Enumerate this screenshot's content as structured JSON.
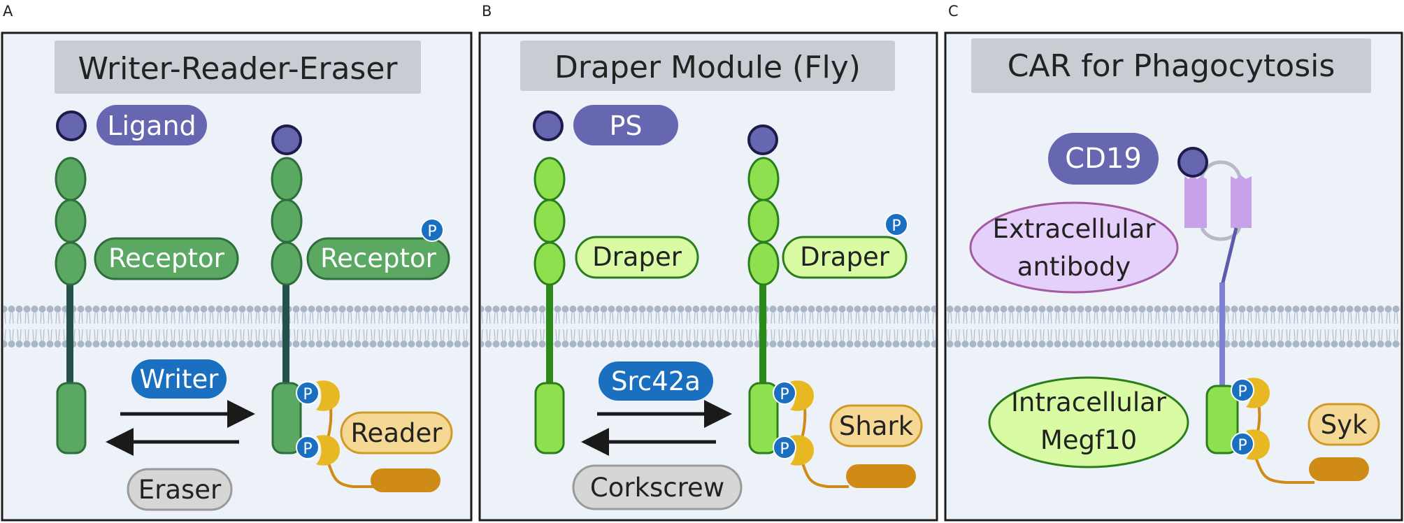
{
  "panels": [
    {
      "letter": "A",
      "title": "Writer-Reader-Eraser",
      "ligand": "Ligand",
      "receptor_left": "Receptor",
      "receptor_right": "Receptor",
      "writer": "Writer",
      "eraser": "Eraser",
      "reader": "Reader",
      "phospho": "P"
    },
    {
      "letter": "B",
      "title": "Draper Module (Fly)",
      "ligand": "PS",
      "receptor_left": "Draper",
      "receptor_right": "Draper",
      "writer": "Src42a",
      "eraser": "Corkscrew",
      "reader": "Shark",
      "phospho": "P"
    },
    {
      "letter": "C",
      "title": "CAR for Phagocytosis",
      "ligand": "CD19",
      "extracellular": [
        "Extracellular",
        "antibody"
      ],
      "intracellular": [
        "Intracellular",
        "Megf10"
      ],
      "reader": "Syk",
      "phospho": "P"
    }
  ],
  "colors": {
    "panel_bg": "#edf2f9",
    "title_bg": "#c8cdd4",
    "ligand": "#6667b0",
    "receptor_dark": "#5aa862",
    "receptor_light": "#8fe04e",
    "writer": "#1a6fc0",
    "eraser": "#d6d6d6",
    "reader": "#f5d894",
    "kinase_arm": "#e8b823",
    "kinase_tail": "#d08a16",
    "phospho": "#1a6fc0",
    "antibody": "#c8a2e8",
    "membrane": "#a6b4c4"
  }
}
